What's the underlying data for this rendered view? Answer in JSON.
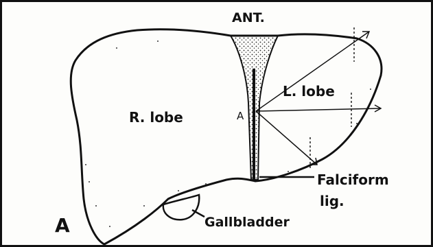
{
  "figure": {
    "panel_letter": "A",
    "labels": {
      "anterior": "ANT.",
      "right_lobe": "R. lobe",
      "left_lobe": "L. lobe",
      "point_a": "A",
      "falciform_line1": "Falciform",
      "falciform_line2": "lig.",
      "gallbladder": "Gallbladder"
    }
  }
}
